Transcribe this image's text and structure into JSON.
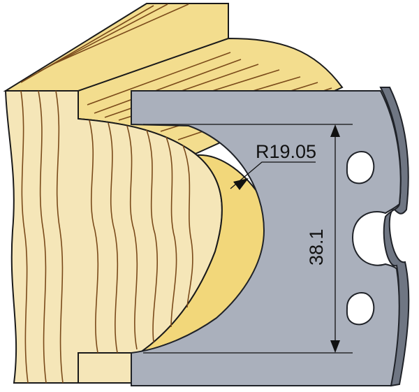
{
  "dimensions": {
    "radius_label": "R19.05",
    "height_label": "38.1"
  },
  "colors": {
    "wood_face": "#f5e6b8",
    "wood_face_dark": "#efd889",
    "wood_profile": "#f2d77a",
    "wood_top": "#f3dd8e",
    "grain": "#7a4a1a",
    "outline": "#1a1a1a",
    "knife_face": "#aab0bc",
    "knife_edge": "#6f7683",
    "knife_outline": "#1f2228",
    "dim_line": "#111111"
  },
  "icons": {
    "wood": "wood-block-illustration",
    "knife": "profile-knife-illustration",
    "arrow": "dimension-arrow"
  }
}
